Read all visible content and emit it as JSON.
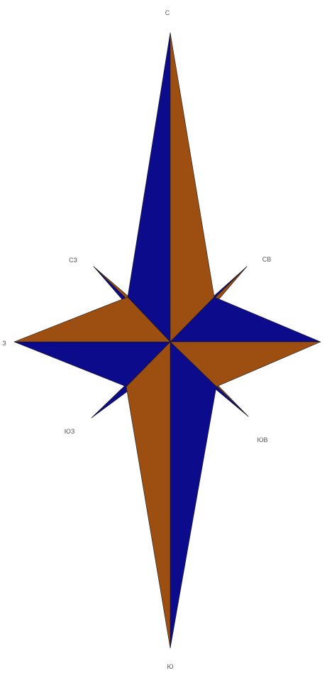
{
  "colors": {
    "blue": "#0b0b8c",
    "brown": "#9c4f10",
    "label": "#555555"
  },
  "labels": {
    "north": "С",
    "south": "Ю",
    "west": "З",
    "east": "",
    "northwest": "СЗ",
    "northeast": "СВ",
    "southwest": "ЮЗ",
    "southeast": "ЮВ"
  }
}
